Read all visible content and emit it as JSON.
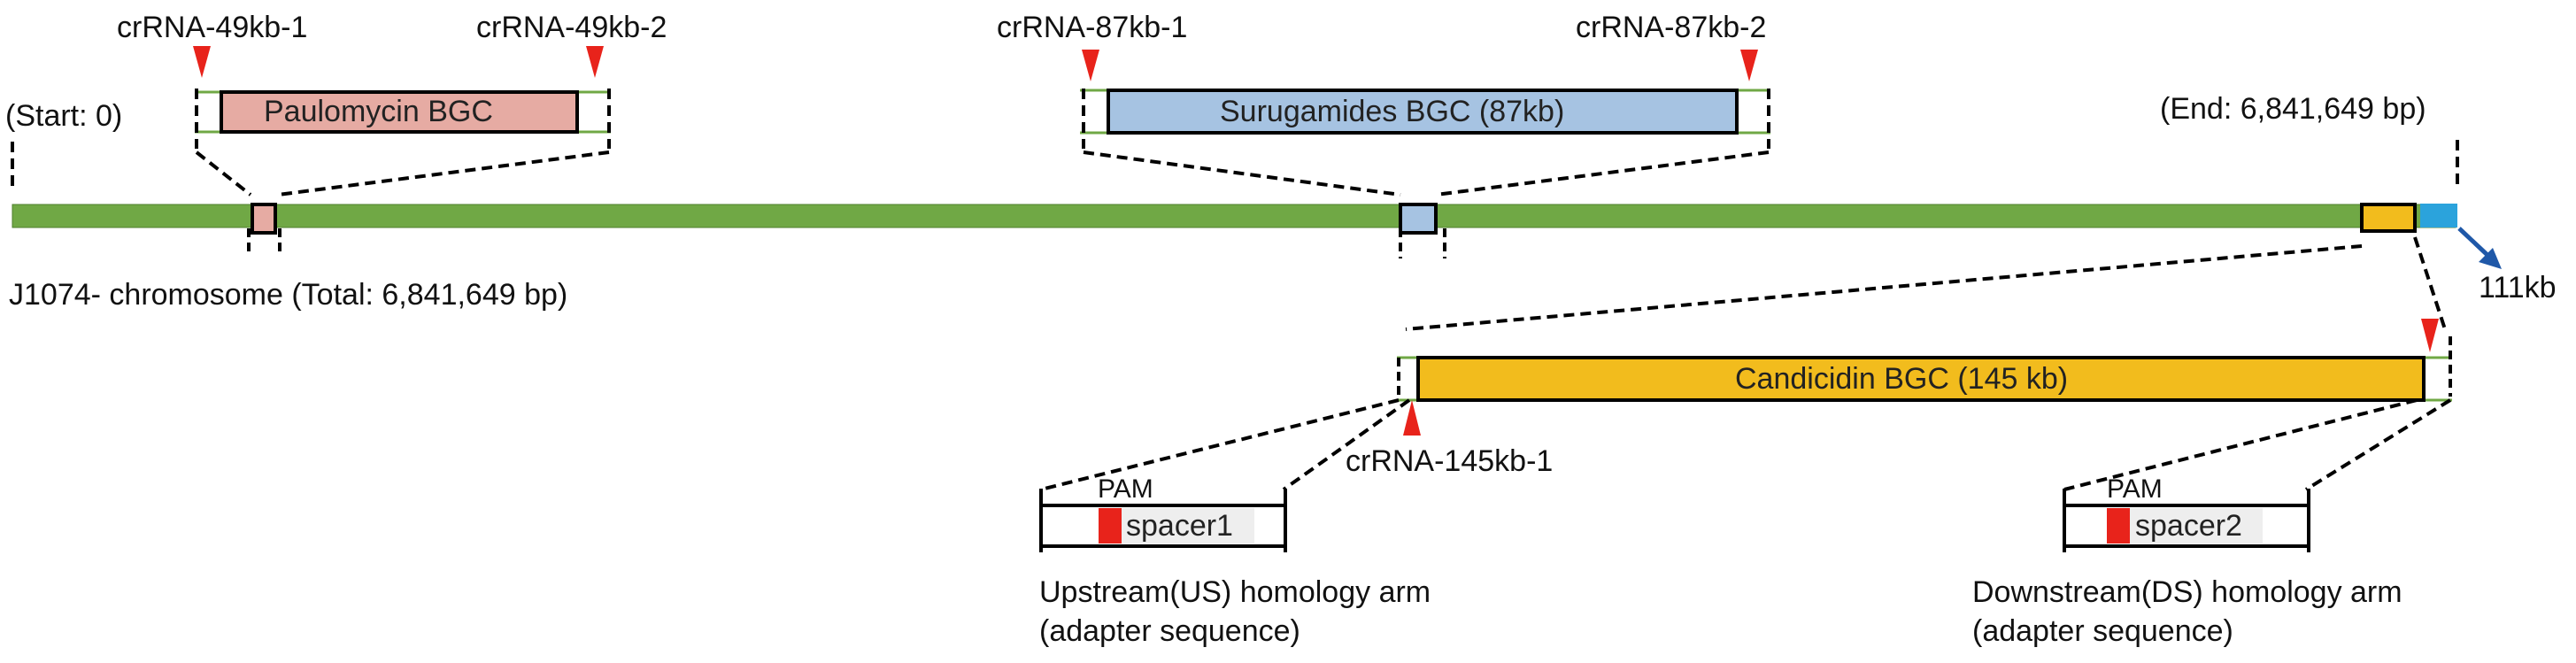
{
  "colors": {
    "chromosome": "#70a845",
    "paulomycin": "#e6aba3",
    "surugamides": "#a6c3e2",
    "candicidin": "#f2bc1d",
    "tail": "#2ba3dc",
    "arrow": "#1f58a8",
    "crrna_marker": "#e8231b",
    "pam": "#e8231b",
    "spacer_fill": "#eeeeee",
    "flank": "#70a845"
  },
  "chromosome": {
    "start_label": "(Start: 0)",
    "end_label": "(End: 6,841,649 bp)",
    "name_label": "J1074- chromosome (Total: 6,841,649 bp)",
    "tail_label": "111kb"
  },
  "clusters": {
    "paulomycin": {
      "label": "Paulomycin BGC",
      "crrna_left": "crRNA-49kb-1",
      "crrna_right": "crRNA-49kb-2"
    },
    "surugamides": {
      "label": "Surugamides BGC (87kb)",
      "crrna_left": "crRNA-87kb-1",
      "crrna_right": "crRNA-87kb-2"
    },
    "candicidin": {
      "label": "Candicidin BGC (145 kb)",
      "crrna_left": "crRNA-145kb-1"
    }
  },
  "homology_arms": {
    "upstream": {
      "pam_label": "PAM",
      "spacer_label": "spacer1",
      "caption_line1": "Upstream(US) homology arm",
      "caption_line2": "(adapter sequence)"
    },
    "downstream": {
      "pam_label": "PAM",
      "spacer_label": "spacer2",
      "caption_line1": "Downstream(DS) homology arm",
      "caption_line2": "(adapter sequence)"
    }
  }
}
